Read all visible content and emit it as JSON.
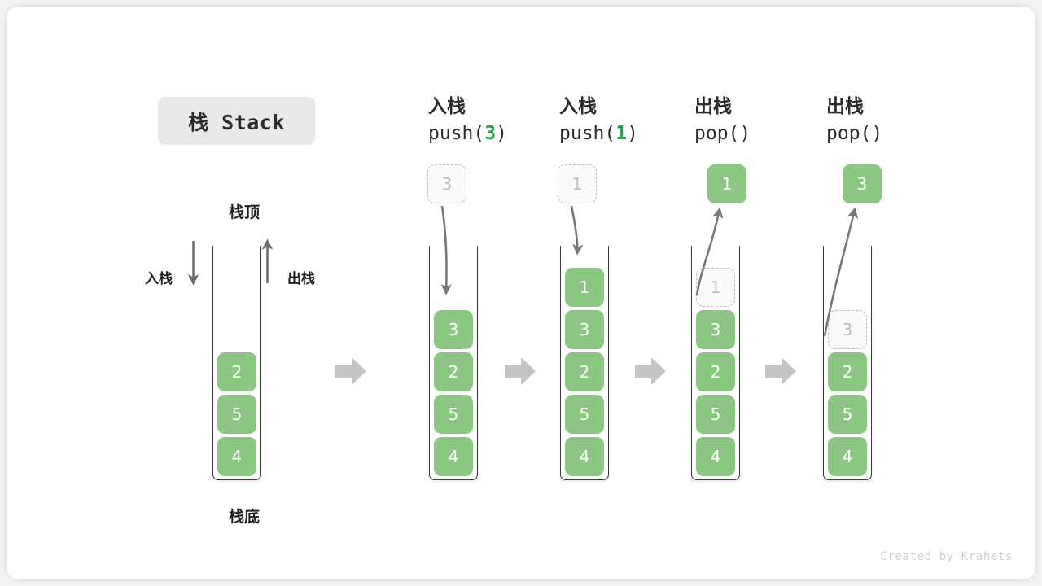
{
  "title": {
    "text": "栈 Stack"
  },
  "labels": {
    "top": "栈顶",
    "bottom": "栈底",
    "push_side": "入栈",
    "pop_side": "出栈"
  },
  "footer": {
    "credit": "Created by Krahets"
  },
  "colors": {
    "cell_green": "#8bc683",
    "code_accent": "#2e9e4f",
    "ghost_border": "#bdbdbd",
    "container_stroke": "#3a3a3a",
    "step_arrow": "#c4c4c4",
    "flow_arrow": "#777777",
    "title_chip_bg": "#e8e8e8"
  },
  "stages": [
    {
      "id": "initial",
      "caption_cn": "",
      "caption_code": "",
      "stack": [
        "2",
        "5",
        "4"
      ],
      "floating": null,
      "ghost_in_stack": null
    },
    {
      "id": "push-3",
      "caption_cn": "入栈",
      "caption_code_prefix": "push(",
      "caption_code_num": "3",
      "caption_code_suffix": ")",
      "stack": [
        "3",
        "2",
        "5",
        "4"
      ],
      "floating": {
        "value": "3",
        "style": "ghost"
      },
      "ghost_in_stack": null
    },
    {
      "id": "push-1",
      "caption_cn": "入栈",
      "caption_code_prefix": "push(",
      "caption_code_num": "1",
      "caption_code_suffix": ")",
      "stack": [
        "1",
        "3",
        "2",
        "5",
        "4"
      ],
      "floating": {
        "value": "1",
        "style": "ghost"
      },
      "ghost_in_stack": null
    },
    {
      "id": "pop-1",
      "caption_cn": "出栈",
      "caption_code_prefix": "pop(",
      "caption_code_num": "",
      "caption_code_suffix": ")",
      "stack": [
        "3",
        "2",
        "5",
        "4"
      ],
      "floating": {
        "value": "1",
        "style": "solid"
      },
      "ghost_in_stack": "1"
    },
    {
      "id": "pop-3",
      "caption_cn": "出栈",
      "caption_code_prefix": "pop(",
      "caption_code_num": "",
      "caption_code_suffix": ")",
      "stack": [
        "2",
        "5",
        "4"
      ],
      "floating": {
        "value": "3",
        "style": "solid"
      },
      "ghost_in_stack": "3"
    }
  ],
  "step_arrows": 4
}
